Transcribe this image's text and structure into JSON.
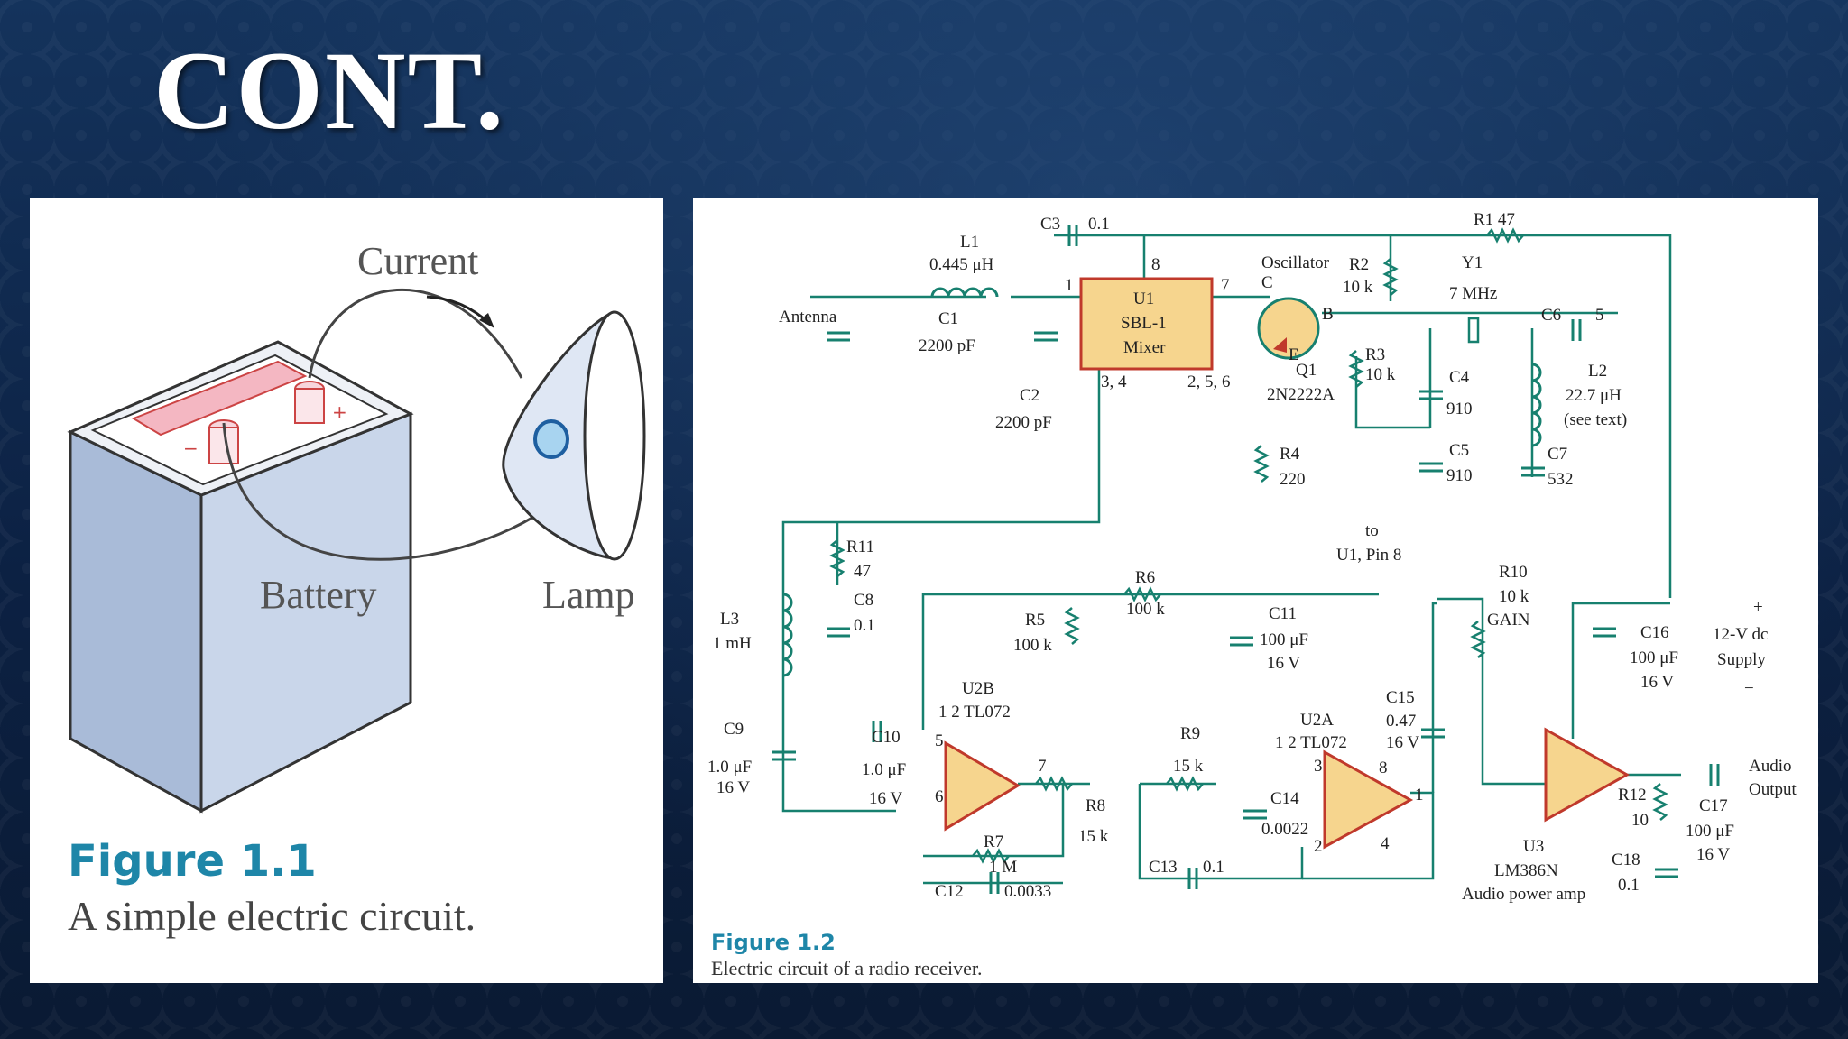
{
  "slide": {
    "title": "CONT."
  },
  "figure_1_1": {
    "number": "Figure 1.1",
    "caption": "A simple electric circuit.",
    "labels": {
      "current": "Current",
      "battery": "Battery",
      "lamp": "Lamp"
    }
  },
  "figure_1_2": {
    "number": "Figure  1.2",
    "caption": "Electric circuit of a radio receiver.",
    "labels": {
      "l1": "L1",
      "l1_val": "0.445 μH",
      "c3": "C3",
      "c3_val": "0.1",
      "antenna": "Antenna",
      "c1": "C1",
      "c1_val": "2200 pF",
      "c2": "C2",
      "c2_val": "2200 pF",
      "u1": "U1",
      "u1_part": "SBL-1",
      "u1_type": "Mixer",
      "pin1": "1",
      "pin8": "8",
      "pin7": "7",
      "pin34": "3, 4",
      "pin256": "2, 5, 6",
      "oscillator": "Oscillator",
      "osc_c": "C",
      "osc_b": "B",
      "osc_e": "E",
      "q1": "Q1",
      "q1_part": "2N2222A",
      "r2": "R2",
      "r2_val": "10 k",
      "r3": "R3",
      "r3_val": "10 k",
      "r1": "R1 47",
      "y1": "Y1",
      "y1_val": "7 MHz",
      "c6": "C6",
      "c6_val": "5",
      "c4": "C4",
      "c4_val": "910",
      "c5": "C5",
      "c5_val": "910",
      "l2": "L2",
      "l2_val": "22.7 μH",
      "l2_note": "(see text)",
      "c7": "C7",
      "c7_val": "532",
      "r4": "R4",
      "r4_val": "220",
      "to": "to",
      "to_pin": "U1, Pin 8",
      "r11": "R11",
      "r11_val": "47",
      "c8": "C8",
      "c8_val": "0.1",
      "l3": "L3",
      "l3_val": "1 mH",
      "r6": "R6",
      "r6_val": "100 k",
      "r5": "R5",
      "r5_val": "100 k",
      "c11": "C11",
      "c11_val": "100 μF",
      "c11_v": "16 V",
      "r10": "R10",
      "r10_val": "10 k",
      "gain": "GAIN",
      "c16": "C16",
      "c16_val": "100 μF",
      "c16_v": "16 V",
      "supply1": "12-V dc",
      "supply2": "Supply",
      "plus": "+",
      "minus": "−",
      "u2b": "U2B",
      "u2b_part": "1  2 TL072",
      "c9": "C9",
      "c9_val": "1.0 μF",
      "c9_v": "16 V",
      "c10": "C10",
      "c10_val": "1.0 μF",
      "c10_v": "16 V",
      "r9": "R9",
      "r9_val": "15 k",
      "u2a": "U2A",
      "u2a_part": "1  2 TL072",
      "c15": "C15",
      "c15_val": "0.47",
      "c15_v": "16 V",
      "r8": "R8",
      "r8_val": "15 k",
      "c14": "C14",
      "c14_val": "0.0022",
      "r7": "R7",
      "r7_val": "1 M",
      "c12": "C12",
      "c12_val": "0.0033",
      "c13": "C13",
      "c13_val": "0.1",
      "u3": "U3",
      "u3_part": "LM386N",
      "u3_desc": "Audio power amp",
      "r12": "R12",
      "r12_val": "10",
      "c17": "C17",
      "c17_val": "100 μF",
      "c17_v": "16 V",
      "c18": "C18",
      "c18_val": "0.1",
      "audio1": "Audio",
      "audio2": "Output",
      "p5": "5",
      "p6": "6",
      "p7": "7",
      "p3": "3",
      "p2": "2",
      "p1": "1",
      "p4": "4",
      "p8": "8"
    }
  },
  "colors": {
    "accent": "#1e86a8",
    "schematic": "#17806f",
    "mixer_fill": "#f6d58e",
    "battery_fill": "#c9d6ea"
  }
}
